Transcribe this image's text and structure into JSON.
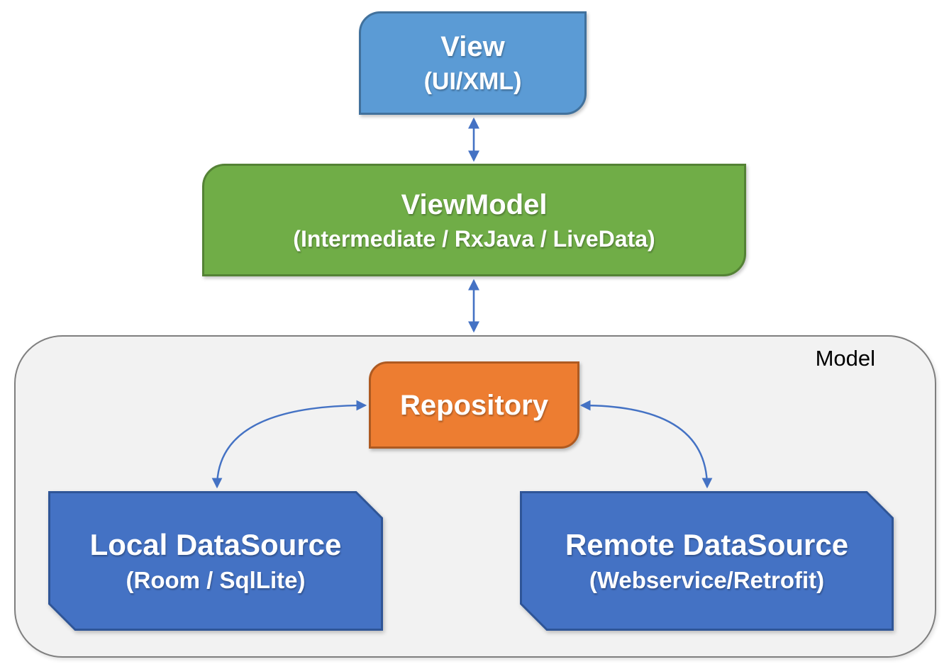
{
  "colors": {
    "view_fill": "#5B9BD5",
    "view_border": "#41719C",
    "viewmodel_fill": "#70AD47",
    "viewmodel_border": "#548235",
    "repository_fill": "#ED7D31",
    "repository_border": "#AE5A21",
    "datasource_fill": "#4472C4",
    "datasource_border": "#2F5597",
    "model_fill": "#F2F2F2",
    "model_border": "#7F7F7F",
    "arrow": "#4472C4"
  },
  "nodes": {
    "view": {
      "title": "View",
      "subtitle": "(UI/XML)"
    },
    "viewmodel": {
      "title": "ViewModel",
      "subtitle": "(Intermediate / RxJava / LiveData)"
    },
    "model": {
      "label": "Model"
    },
    "repository": {
      "title": "Repository"
    },
    "local_datasource": {
      "title": "Local DataSource",
      "subtitle": "(Room / SqlLite)"
    },
    "remote_datasource": {
      "title": "Remote DataSource",
      "subtitle": "(Webservice/Retrofit)"
    }
  },
  "connections": [
    {
      "from": "View",
      "to": "ViewModel",
      "style": "double-headed vertical arrow"
    },
    {
      "from": "ViewModel",
      "to": "Model",
      "style": "double-headed vertical arrow"
    },
    {
      "from": "Repository",
      "to": "Local DataSource",
      "style": "double-headed curved arrow"
    },
    {
      "from": "Repository",
      "to": "Remote DataSource",
      "style": "double-headed curved arrow"
    }
  ]
}
